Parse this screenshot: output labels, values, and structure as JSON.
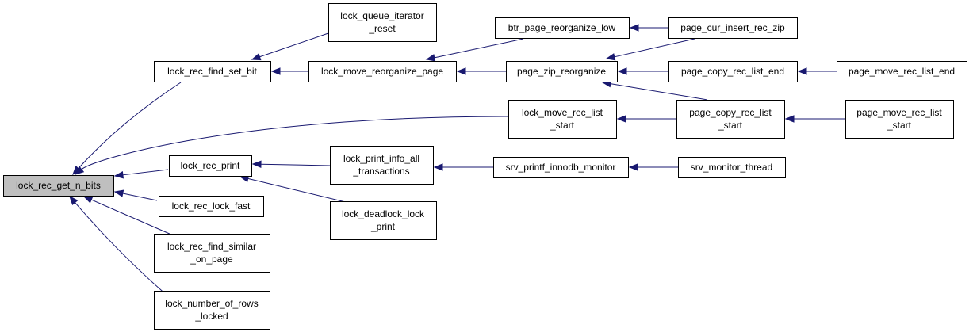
{
  "graph": {
    "nodes": {
      "root": {
        "lines": [
          "lock_rec_get_n_bits"
        ],
        "highlight": true
      },
      "fsb": {
        "lines": [
          "lock_rec_find_set_bit"
        ]
      },
      "lqir": {
        "lines": [
          "lock_queue_iterator",
          "_reset"
        ]
      },
      "lmrp": {
        "lines": [
          "lock_move_reorganize_page"
        ]
      },
      "bprl": {
        "lines": [
          "btr_page_reorganize_low"
        ]
      },
      "pzr": {
        "lines": [
          "page_zip_reorganize"
        ]
      },
      "pcirz": {
        "lines": [
          "page_cur_insert_rec_zip"
        ]
      },
      "pcrle": {
        "lines": [
          "page_copy_rec_list_end"
        ]
      },
      "pmrle": {
        "lines": [
          "page_move_rec_list_end"
        ]
      },
      "lmrls": {
        "lines": [
          "lock_move_rec_list",
          "_start"
        ]
      },
      "pcrls": {
        "lines": [
          "page_copy_rec_list",
          "_start"
        ]
      },
      "pmrls": {
        "lines": [
          "page_move_rec_list",
          "_start"
        ]
      },
      "lrp": {
        "lines": [
          "lock_rec_print"
        ]
      },
      "lpiat": {
        "lines": [
          "lock_print_info_all",
          "_transactions"
        ]
      },
      "spim": {
        "lines": [
          "srv_printf_innodb_monitor"
        ]
      },
      "smt": {
        "lines": [
          "srv_monitor_thread"
        ]
      },
      "ldlp": {
        "lines": [
          "lock_deadlock_lock",
          "_print"
        ]
      },
      "lrlf": {
        "lines": [
          "lock_rec_lock_fast"
        ]
      },
      "lrfsp": {
        "lines": [
          "lock_rec_find_similar",
          "_on_page"
        ]
      },
      "lnrl": {
        "lines": [
          "lock_number_of_rows",
          "_locked"
        ]
      }
    },
    "edges": [
      {
        "from": "fsb",
        "to": "root"
      },
      {
        "from": "lmrls",
        "to": "root"
      },
      {
        "from": "lrp",
        "to": "root"
      },
      {
        "from": "lrlf",
        "to": "root"
      },
      {
        "from": "lrfsp",
        "to": "root"
      },
      {
        "from": "lnrl",
        "to": "root"
      },
      {
        "from": "lqir",
        "to": "fsb"
      },
      {
        "from": "lmrp",
        "to": "fsb"
      },
      {
        "from": "bprl",
        "to": "lmrp"
      },
      {
        "from": "pzr",
        "to": "lmrp"
      },
      {
        "from": "pcirz",
        "to": "bprl"
      },
      {
        "from": "pcirz",
        "to": "pzr"
      },
      {
        "from": "pcrle",
        "to": "pzr"
      },
      {
        "from": "pcrls",
        "to": "pzr"
      },
      {
        "from": "pmrle",
        "to": "pcrle"
      },
      {
        "from": "pcrls",
        "to": "lmrls"
      },
      {
        "from": "pmrls",
        "to": "pcrls"
      },
      {
        "from": "lpiat",
        "to": "lrp"
      },
      {
        "from": "ldlp",
        "to": "lrp"
      },
      {
        "from": "spim",
        "to": "lpiat"
      },
      {
        "from": "smt",
        "to": "spim"
      }
    ],
    "colors": {
      "edge": "#191970",
      "root_fill": "#bfbfbf",
      "node_fill": "#ffffff",
      "border": "#000000"
    }
  }
}
